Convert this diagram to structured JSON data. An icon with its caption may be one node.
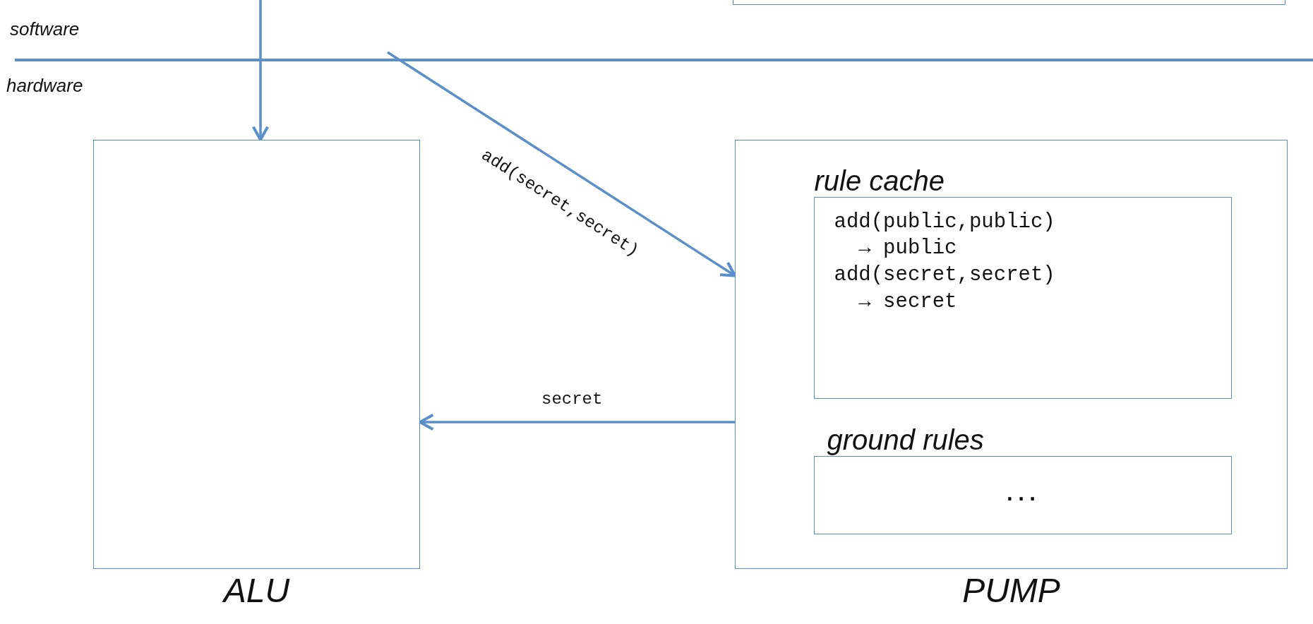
{
  "diagram": {
    "nodes": [
      {
        "text": [],
        "shape": "box"
      },
      {
        "text": [
          "ALU"
        ]
      },
      {
        "text": [
          "PUMP"
        ]
      },
      {
        "text": [
          "rule cache",
          "add(public,public) → public",
          "add(secret,secret) → secret"
        ],
        "in": 2
      },
      {
        "text": [
          "ground rules",
          "..."
        ],
        "in": 2
      }
    ],
    "edges": [
      {
        "from": null,
        "to": 1,
        "arrow": "to"
      },
      {
        "from": null,
        "to": 2,
        "arrow": "to",
        "label": "add(secret,secret)"
      },
      {
        "from": 2,
        "to": 1,
        "arrow": "to",
        "label": "secret"
      }
    ],
    "labels": [
      "software",
      "hardware"
    ]
  }
}
